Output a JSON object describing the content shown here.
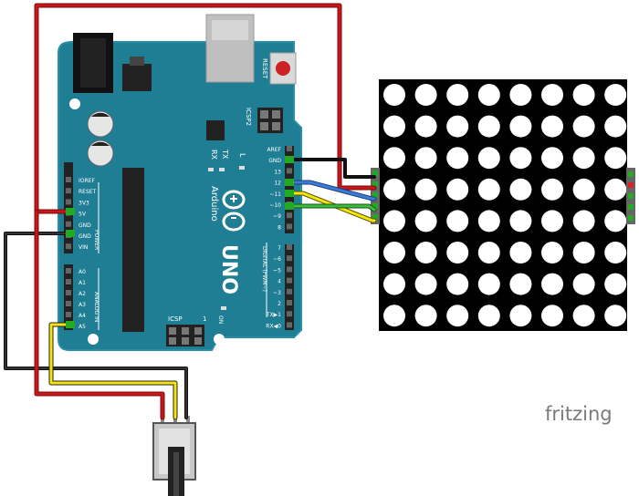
{
  "colors": {
    "board": "#1f7e94",
    "board_edge": "#2a8ea6",
    "wire_red": "#c8171b",
    "wire_black": "#222222",
    "wire_blue": "#3a7bd5",
    "wire_yellow": "#f5e50a",
    "wire_green": "#3dbb3d",
    "matrix_bg": "#000000",
    "matrix_led": "#ffffff",
    "fritzing_text": "#7a7a7a"
  },
  "board": {
    "reset_label": "RESET",
    "icsp2_label": "ICSP2",
    "tx_label": "TX",
    "rx_label": "RX",
    "l_label": "L",
    "arduino_label": "Arduino",
    "uno_label": "UNO",
    "icsp_label": "ICSP",
    "on_label": "ON",
    "power_label": "POWER",
    "analog_in_label": "ANALOG IN",
    "digital_label": "DIGITAL (PWM~)",
    "num_1": "1",
    "power_pins": [
      "IOREF",
      "RESET",
      "3V3",
      "5V",
      "GND",
      "GND",
      "VIN"
    ],
    "analog_pins": [
      "A0",
      "A1",
      "A2",
      "A3",
      "A4",
      "A5"
    ],
    "digital_top_pins": [
      "AREF",
      "GND",
      "13",
      "12",
      "~11",
      "~10",
      "~9",
      "8"
    ],
    "digital_bottom_pins": [
      "7",
      "~6",
      "~5",
      "4",
      "~3",
      "2",
      "TX▶1",
      "RX◀0"
    ]
  },
  "matrix": {
    "rows": 8,
    "cols": 8
  },
  "watermark": "fritzing",
  "icons": {
    "logo": "arduino-infinity-logo"
  }
}
